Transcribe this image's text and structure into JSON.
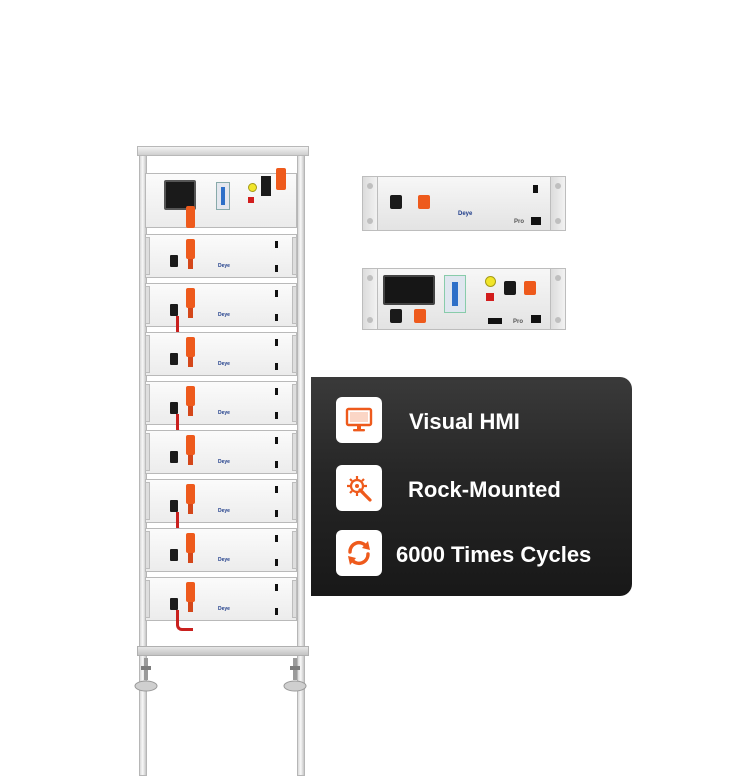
{
  "brand": {
    "logo_text": "Deye",
    "accent_color": "#ee5a1c",
    "panel_color": "#222222"
  },
  "product": {
    "rack_module_count": 8,
    "unit_top": {
      "logo": "Deye",
      "tag": "Pro"
    },
    "unit_bottom": {
      "tag": "Pro"
    }
  },
  "features": [
    {
      "icon": "monitor-icon",
      "label": "Visual HMI"
    },
    {
      "icon": "gear-wrench-icon",
      "label": "Rock-Mounted"
    },
    {
      "icon": "cycle-arrows-icon",
      "label": "6000 Times Cycles"
    }
  ]
}
